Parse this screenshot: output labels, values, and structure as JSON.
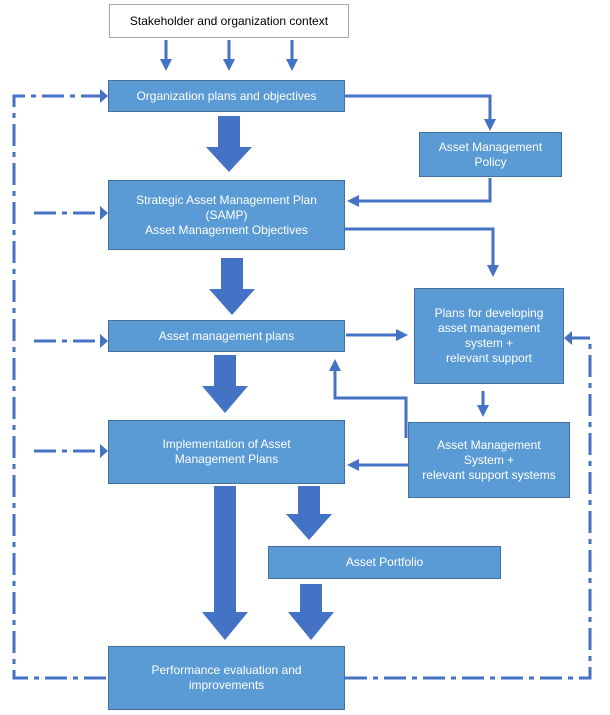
{
  "nodes": {
    "context": {
      "lines": [
        "Stakeholder and organization context"
      ]
    },
    "org_plans": {
      "lines": [
        "Organization plans and objectives"
      ]
    },
    "policy": {
      "lines": [
        "Asset Management",
        "Policy"
      ]
    },
    "samp": {
      "lines": [
        "Strategic Asset Management Plan",
        "(SAMP)",
        "Asset Management Objectives"
      ]
    },
    "am_plans": {
      "lines": [
        "Asset management plans"
      ]
    },
    "dev_plans": {
      "lines": [
        "Plans for developing",
        "asset management",
        "system +",
        "relevant support"
      ]
    },
    "ams": {
      "lines": [
        "Asset Management",
        "System +",
        "relevant support systems"
      ]
    },
    "implementation": {
      "lines": [
        "Implementation of Asset",
        "Management Plans"
      ]
    },
    "portfolio": {
      "lines": [
        "Asset Portfolio"
      ]
    },
    "performance": {
      "lines": [
        "Performance evaluation and",
        "improvements"
      ]
    }
  },
  "colors": {
    "box_fill": "#5b9bd5",
    "box_border": "#41719c",
    "arrow": "#4472c4",
    "text_on_box": "#ffffff"
  }
}
